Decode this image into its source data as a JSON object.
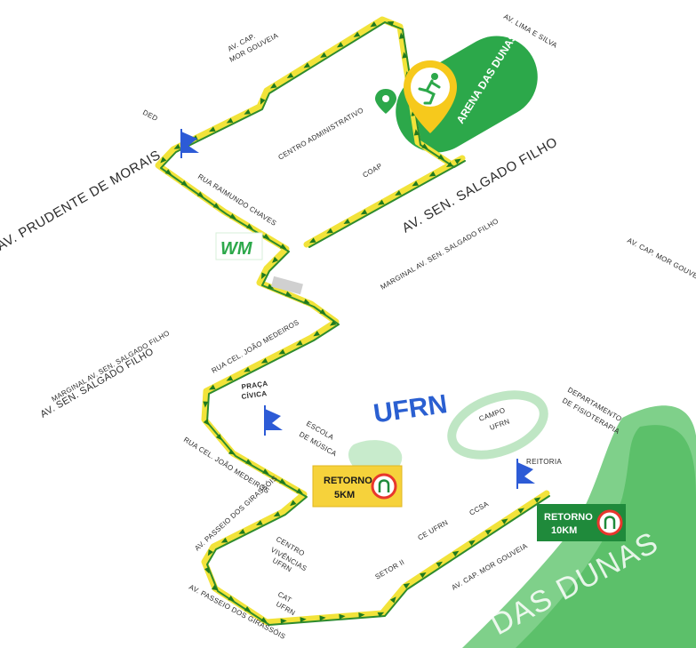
{
  "colors": {
    "route_green": "#2e8b2e",
    "route_yellow": "#f2e33a",
    "park_green": "#5cc06a",
    "pill_green": "#2ca84a",
    "retorno5_fill": "#f6d23b",
    "retorno10_fill": "#1f8a3b",
    "turn_icon_ring": "#e8362d",
    "flag_blue": "#2d5bd6",
    "ufrn_blue": "#2a5fd1"
  },
  "streets": {
    "av_lima_e_silva": "AV. LIMA E SILVA",
    "av_cap_mor_gouveia_top": "AV. CAP. MOR GOUVEIA",
    "ded": "DED",
    "av_prudente_de_morais": "AV. PRUDENTE DE MORAIS",
    "centro_administrativo": "CENTRO ADMINISTRATIVO",
    "coap": "COAP",
    "rua_raimundo_chaves": "RUA RAIMUNDO CHAVES",
    "av_sen_salgado_filho_main": "AV. SEN. SALGADO FILHO",
    "marginal_right": "MARGINAL AV. SEN. SALGADO FILHO",
    "av_cap_mor_gouveia_right": "AV. CAP. MOR GOUVEIA",
    "marginal_left": "MARGINAL AV. SEN. SALGADO FILHO",
    "av_sen_salgado_filho_left": "AV. SEN. SALGADO FILHO",
    "rua_cel_joao_medeiros_1": "RUA CEL. JOÃO MEDEIROS",
    "praca_civica": "PRAÇA CÍVICA",
    "escola_de_musica": "ESCOLA DE MÚSICA",
    "rua_cel_joao_medeiros_2": "RUA CEL. JOÃO MEDEIROS",
    "departamento_fisioterapia": "DEPARTAMENTO DE FISIOTERAPIA",
    "campo_ufrn": "CAMPO UFRN",
    "reitoria": "REITORIA",
    "ccsa": "CCSA",
    "ce_ufrn": "CE UFRN",
    "setor_ii": "SETOR II",
    "av_cap_mor_gouveia_bottom": "AV. CAP. MOR GOUVEIA",
    "centro_vivencias": "CENTRO VIVÊNCIAS UFRN",
    "cat_ufrn": "CAT UFRN",
    "av_passeio_dos_girassois_1": "AV. PASSEIO DOS GIRASSÓIS",
    "av_passeio_dos_girassois_2": "AV. PASSEIO DOS GIRASSÓIS"
  },
  "landmarks": {
    "arena_das_dunas": "ARENA DAS DUNAS",
    "parque_das_dunas": "DAS DUNAS",
    "ufrn_logo": "UFRN",
    "wm_logo": "WM"
  },
  "badges": {
    "retorno_5km_line1": "RETORNO",
    "retorno_5km_line2": "5KM",
    "retorno_10km_line1": "RETORNO",
    "retorno_10km_line2": "10KM"
  },
  "icons": {
    "arena_pin": "running-person-pin-icon",
    "location_pin": "location-pin-icon",
    "flag": "flag-icon",
    "u_turn": "u-turn-icon",
    "arrows": "direction-arrow-icon"
  }
}
